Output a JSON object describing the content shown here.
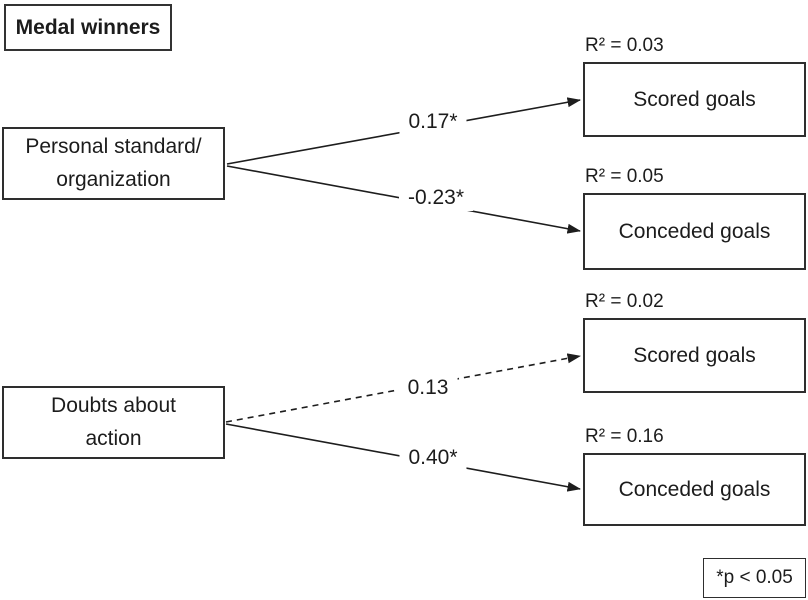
{
  "title": "Medal winners",
  "predictors": [
    {
      "lines": [
        "Personal standard/",
        "organization"
      ]
    },
    {
      "lines": [
        "Doubts about",
        "action"
      ]
    }
  ],
  "outcomes": [
    {
      "r2": "R² = 0.03",
      "label": "Scored goals"
    },
    {
      "r2": "R² = 0.05",
      "label": "Conceded goals"
    },
    {
      "r2": "R² = 0.02",
      "label": "Scored goals"
    },
    {
      "r2": "R² = 0.16",
      "label": "Conceded goals"
    }
  ],
  "paths": [
    {
      "coefficient": "0.17*",
      "style": "solid",
      "from": "Personal standard/organization",
      "to": "Scored goals"
    },
    {
      "coefficient": "-0.23*",
      "style": "solid",
      "from": "Personal standard/organization",
      "to": "Conceded goals"
    },
    {
      "coefficient": "0.13",
      "style": "dashed",
      "from": "Doubts about action",
      "to": "Scored goals"
    },
    {
      "coefficient": "0.40*",
      "style": "solid",
      "from": "Doubts about action",
      "to": "Conceded goals"
    }
  ],
  "footnote": "*p < 0.05",
  "colors": {
    "line": "#1d1d1d",
    "border": "#2e2e2e",
    "text": "#1c1c1c",
    "background": "#ffffff"
  }
}
